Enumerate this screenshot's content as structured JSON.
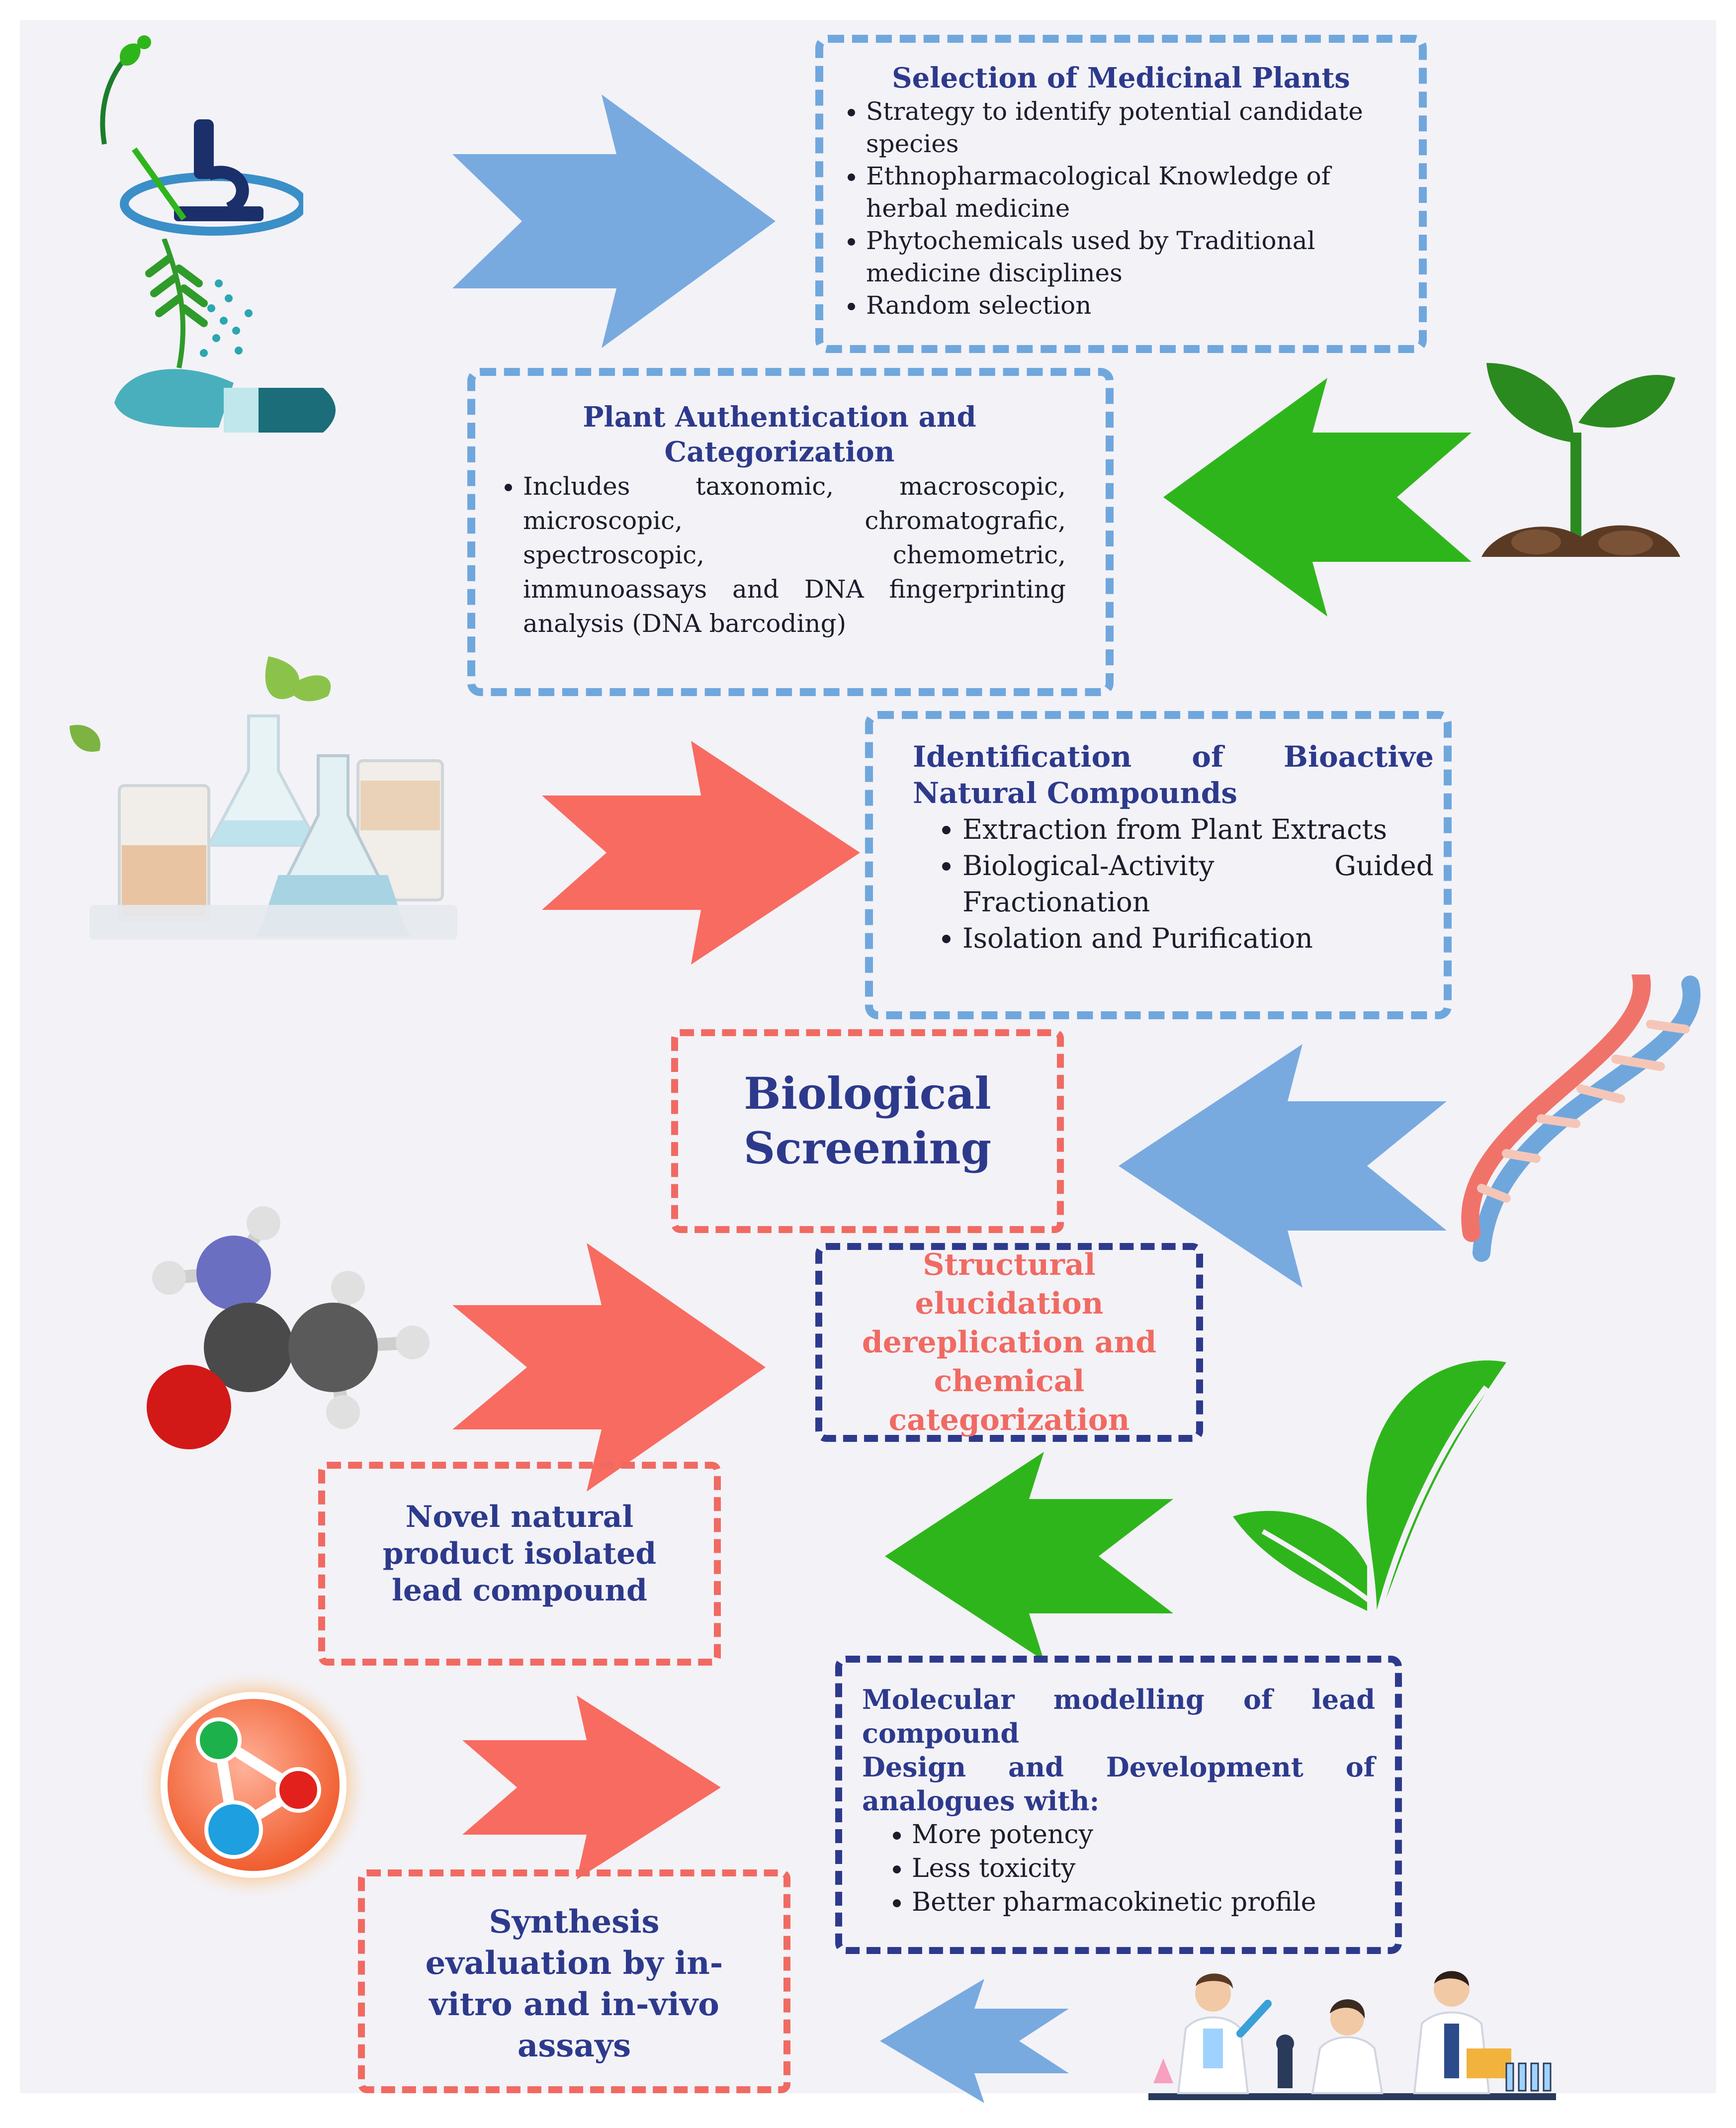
{
  "boxes": {
    "selection": {
      "title": "Selection of Medicinal Plants",
      "items": [
        "Strategy to identify potential candidate species",
        "Ethnopharmacological Knowledge of herbal medicine",
        "Phytochemicals used by Traditional medicine disciplines",
        "Random selection"
      ]
    },
    "authentication": {
      "title": "Plant Authentication and Categorization",
      "items": [
        "Includes taxonomic, macroscopic, microscopic, chromatografic, spectroscopic, chemometric, immunoassays and DNA fingerprinting analysis (DNA barcoding)"
      ]
    },
    "identification": {
      "title": "Identification of Bioactive Natural Compounds",
      "items": [
        "Extraction from Plant Extracts",
        "Biological-Activity Guided Fractionation",
        "Isolation and Purification"
      ]
    },
    "screening": {
      "title": "Biological Screening"
    },
    "structural": {
      "title": "Structural elucidation dereplication and chemical categorization"
    },
    "novel": {
      "title": "Novel natural product isolated lead compound"
    },
    "modelling": {
      "title": "Molecular modelling of lead compound",
      "subtitle": "Design and Development of analogues with:",
      "items": [
        "More potency",
        "Less toxicity",
        "Better pharmacokinetic profile"
      ]
    },
    "synthesis": {
      "title": "Synthesis evaluation by in-vitro and in-vivo assays"
    }
  },
  "colors": {
    "blue": "#6fa7dd",
    "green": "#2fb51c",
    "salmon": "#f86b60",
    "navy": "#2d3a8c",
    "red_title": "#f06a62",
    "background": "#f3f2f7"
  },
  "icons": [
    "sprout-icon",
    "microscope-icon",
    "herbal-capsule-icon",
    "seedling-icon",
    "lab-flasks-icon",
    "dna-icon",
    "molecule-icon",
    "leaf-icon",
    "atom-molecule-icon",
    "scientists-icon"
  ]
}
